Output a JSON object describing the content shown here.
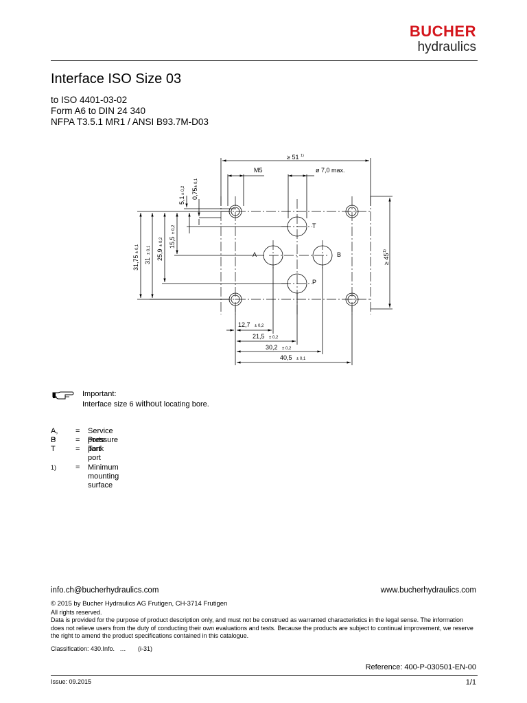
{
  "logo": {
    "brand": "BUCHER",
    "sub": "hydraulics"
  },
  "title": "Interface ISO Size 03",
  "subtitles": [
    "to ISO 4401-03-02",
    "Form A6 to DIN 24 340",
    "NFPA T3.5.1 MR1 / ANSI B93.7M-D03"
  ],
  "drawing": {
    "top_dim": "≥ 51",
    "top_dim_note": "1)",
    "m5": "M5",
    "bore": "ø 7,0 max.",
    "port_t": "T",
    "port_a": "A",
    "port_b": "B",
    "port_p": "P",
    "right_dim": "≥ 45",
    "right_dim_note": "1)",
    "v1": "5,1",
    "v1_tol": "± 0,2",
    "v2": "0,75",
    "v2_tol": "± 0,1",
    "v3": "15,5",
    "v3_tol": "± 0,2",
    "v4": "25,9",
    "v4_tol": "± 0,2",
    "v5": "31",
    "v5_tol": "± 0,1",
    "v6": "31,75",
    "v6_tol": "± 0,1",
    "h1": "12,7",
    "h1_tol": "± 0,2",
    "h2": "21,5",
    "h2_tol": "± 0,2",
    "h3": "30,2",
    "h3_tol": "± 0,2",
    "h4": "40,5",
    "h4_tol": "± 0,1"
  },
  "important": {
    "heading": "Important:",
    "text_before": "Interface size 6 ",
    "text_emph": "without",
    "text_after": " locating bore."
  },
  "legend": [
    {
      "key": "A, B",
      "eq": "=",
      "value": "Service ports"
    },
    {
      "key": "P",
      "eq": "=",
      "value": "Pressure port"
    },
    {
      "key": "T",
      "eq": "=",
      "value": "Tank port"
    }
  ],
  "note": {
    "key": "1)",
    "eq": "=",
    "value": "Minimum mounting surface"
  },
  "contact": {
    "email": "info.ch@bucherhydraulics.com",
    "website": "www.bucherhydraulics.com"
  },
  "footer": {
    "copyright": "© 2015 by Bucher Hydraulics AG Frutigen, CH-3714 Frutigen",
    "rights": "All rights reserved.",
    "disclaimer": "Data is provided for the purpose of product description only, and must not be construed as warranted characteristics in the legal sense. The information does not relieve users from the duty of conducting their own evaluations and tests. Because the products are subject to continual improvement, we reserve the right to amend the product specifications contained in this catalogue.",
    "classification": "Classification: 430.Info.   …       (i-31)",
    "reference": "Reference: 400-P-030501-EN-00",
    "issue": "Issue: 09.2015",
    "page": "1/1"
  }
}
